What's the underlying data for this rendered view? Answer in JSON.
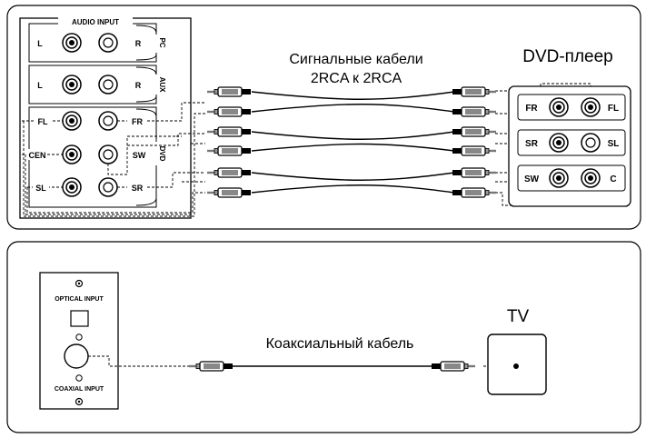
{
  "top": {
    "cable_caption_line1": "Сигнальные кабели",
    "cable_caption_line2": "2RCA к 2RCA",
    "dvd_title": "DVD-плеер",
    "receiver": {
      "audio_input_label": "AUDIO INPUT",
      "pc_label": "PC",
      "aux_label": "AUX",
      "dvd_label": "DVD",
      "pc_left": "L",
      "pc_right": "R",
      "aux_left": "L",
      "aux_right": "R",
      "fl": "FL",
      "fr": "FR",
      "cen": "CEN",
      "sw": "SW",
      "sl": "SL",
      "sr": "SR"
    },
    "dvd_player": {
      "fr": "FR",
      "fl": "FL",
      "sr": "SR",
      "sl": "SL",
      "sw": "SW",
      "c": "C"
    }
  },
  "bottom": {
    "optical_input_label": "OPTICAL INPUT",
    "coaxial_input_label": "COAXIAL INPUT",
    "coax_caption": "Коаксиальный кабель",
    "tv_label": "TV"
  }
}
